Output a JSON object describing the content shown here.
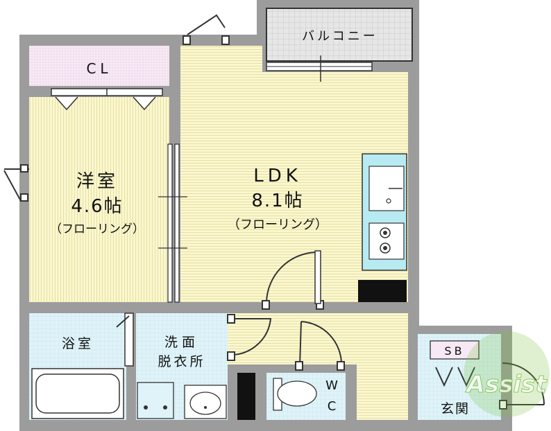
{
  "rooms": {
    "western": {
      "name": "洋室",
      "size": "4.6帖",
      "floor": "（フローリング）"
    },
    "ldk": {
      "name": "LDK",
      "size": "8.1帖",
      "floor": "（フローリング）"
    },
    "closet": "CL",
    "balcony": "バルコニー",
    "bath": "浴室",
    "washroom_line1": "洗面",
    "washroom_line2": "脱衣所",
    "wc_line1": "W",
    "wc_line2": "C",
    "shoebox": "SB",
    "entrance": "玄関"
  },
  "watermark": "Assist",
  "colors": {
    "wall": "#9c9c9c",
    "floor_wood": "#fbf7cf",
    "floor_line": "#e6dfa3",
    "closet": "#f6e8f4",
    "balcony": "#e6e6e6",
    "wet_area": "#dff3f8",
    "kitchen": "#b8eaf2",
    "watermark": "#7cc242"
  },
  "icons": [
    "sink-icon",
    "stove-icon",
    "toilet-icon",
    "washbasin-icon",
    "bathtub-icon",
    "washer-pan-icon",
    "fridge-icon"
  ]
}
